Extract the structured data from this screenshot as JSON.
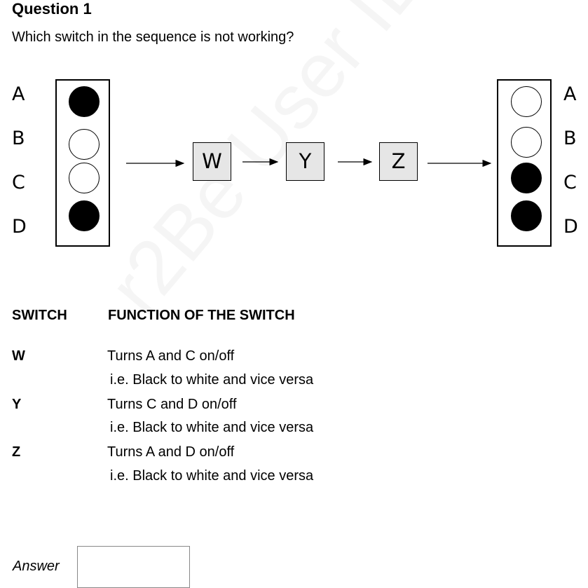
{
  "question": {
    "title": "Question 1",
    "text": "Which switch in the sequence is not working?"
  },
  "diagram": {
    "left_panel": {
      "letters": [
        "A",
        "B",
        "C",
        "D"
      ],
      "states": [
        "black",
        "white",
        "white",
        "black"
      ]
    },
    "right_panel": {
      "letters": [
        "A",
        "B",
        "C",
        "D"
      ],
      "states": [
        "white",
        "white",
        "black",
        "black"
      ]
    },
    "switches": [
      "W",
      "Y",
      "Z"
    ]
  },
  "table": {
    "header_switch": "SWITCH",
    "header_function": "FUNCTION OF THE SWITCH",
    "rows": [
      {
        "switch": "W",
        "function": "Turns A and C on/off",
        "note": "i.e. Black to white and vice versa"
      },
      {
        "switch": "Y",
        "function": "Turns C and D on/off",
        "note": "i.e. Black to white and vice versa"
      },
      {
        "switch": "Z",
        "function": "Turns A and D on/off",
        "note": "i.e. Black to white and vice versa"
      }
    ]
  },
  "answer": {
    "label": "Answer",
    "value": ""
  },
  "colors": {
    "switch_fill": "#e6e6e6",
    "on": "#000000",
    "off": "#ffffff"
  }
}
